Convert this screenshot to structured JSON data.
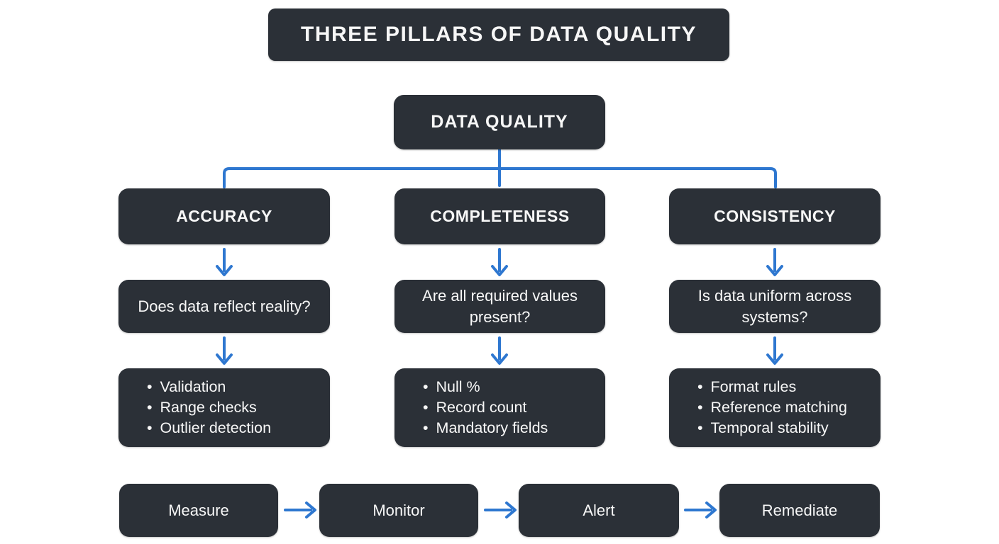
{
  "title": "THREE PILLARS OF DATA QUALITY",
  "root": {
    "label": "DATA QUALITY"
  },
  "pillars": [
    {
      "name": "ACCURACY",
      "question": "Does data reflect reality?",
      "checks": [
        "Validation",
        "Range checks",
        "Outlier detection"
      ]
    },
    {
      "name": "COMPLETENESS",
      "question": "Are all required values present?",
      "checks": [
        "Null %",
        "Record count",
        "Mandatory fields"
      ]
    },
    {
      "name": "CONSISTENCY",
      "question": "Is data uniform across systems?",
      "checks": [
        "Format rules",
        "Reference matching",
        "Temporal stability"
      ]
    }
  ],
  "process_flow": {
    "steps": [
      "Measure",
      "Monitor",
      "Alert",
      "Remediate"
    ]
  },
  "colors": {
    "box_background": "#2b3037",
    "box_text": "#f7f7f7",
    "connector_blue": "#2e77d0",
    "page_background": "#ffffff"
  }
}
